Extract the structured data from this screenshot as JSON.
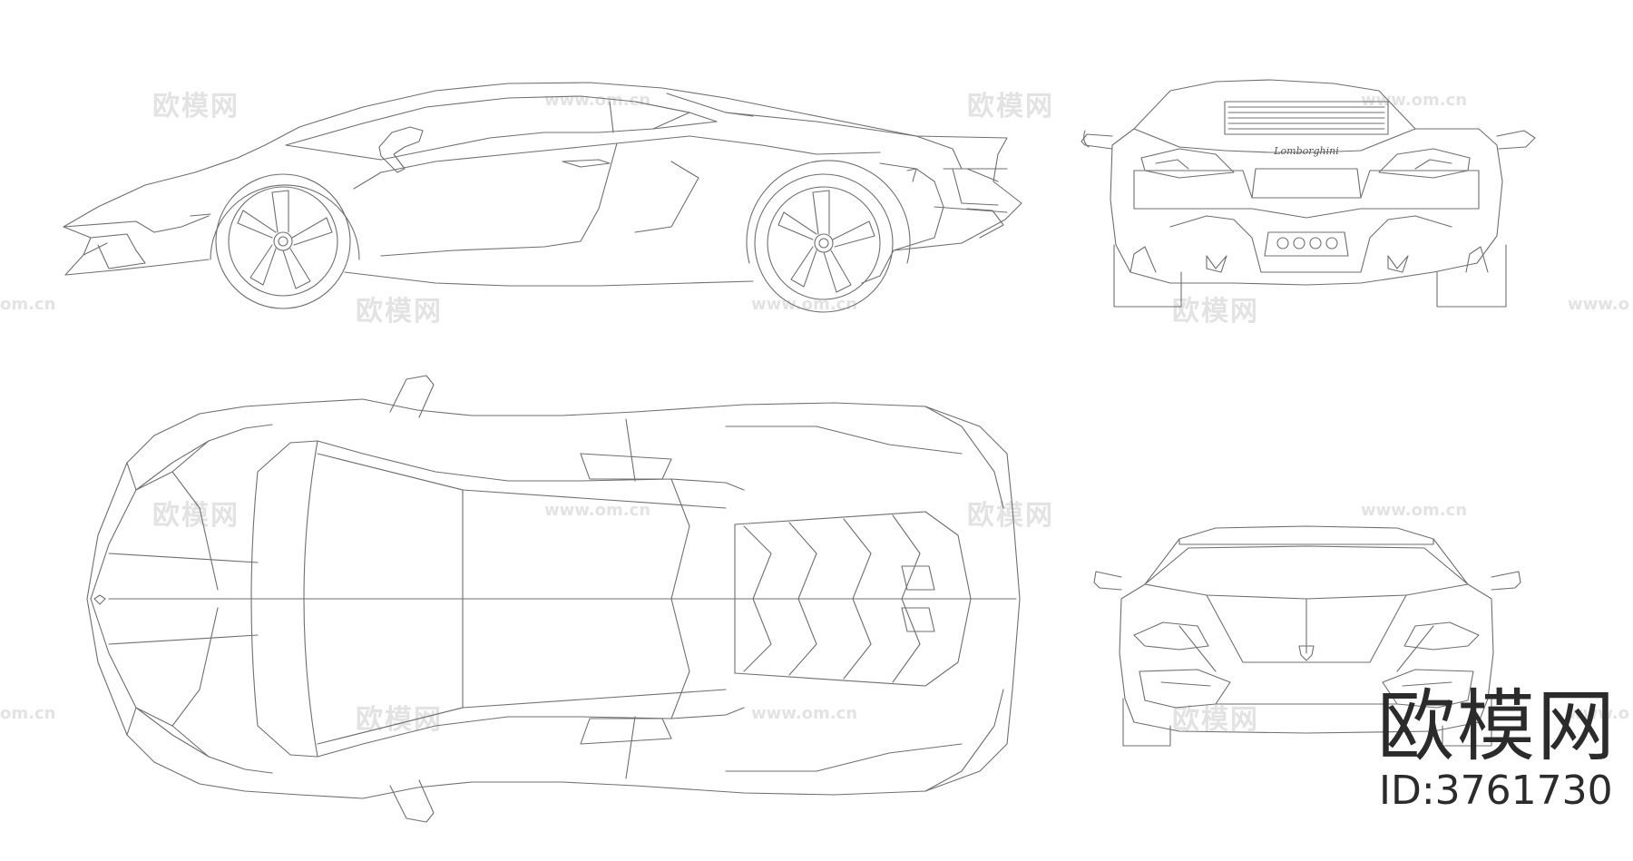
{
  "watermark": {
    "site_cn": "欧模网",
    "site_url": "www.om.cn",
    "edge_url_left": "om.cn",
    "edge_url_right": "www.o"
  },
  "brand": {
    "name": "欧模网",
    "asset_id": "ID:3761730"
  },
  "car": {
    "rear_badge_text": "Lomborghini"
  },
  "views": [
    "side-view",
    "rear-view",
    "top-view",
    "front-view"
  ],
  "colors": {
    "background": "#ffffff",
    "line": "#6f6f6f",
    "watermark": "#e3e3e3",
    "brand_text": "#2b2b2b"
  }
}
